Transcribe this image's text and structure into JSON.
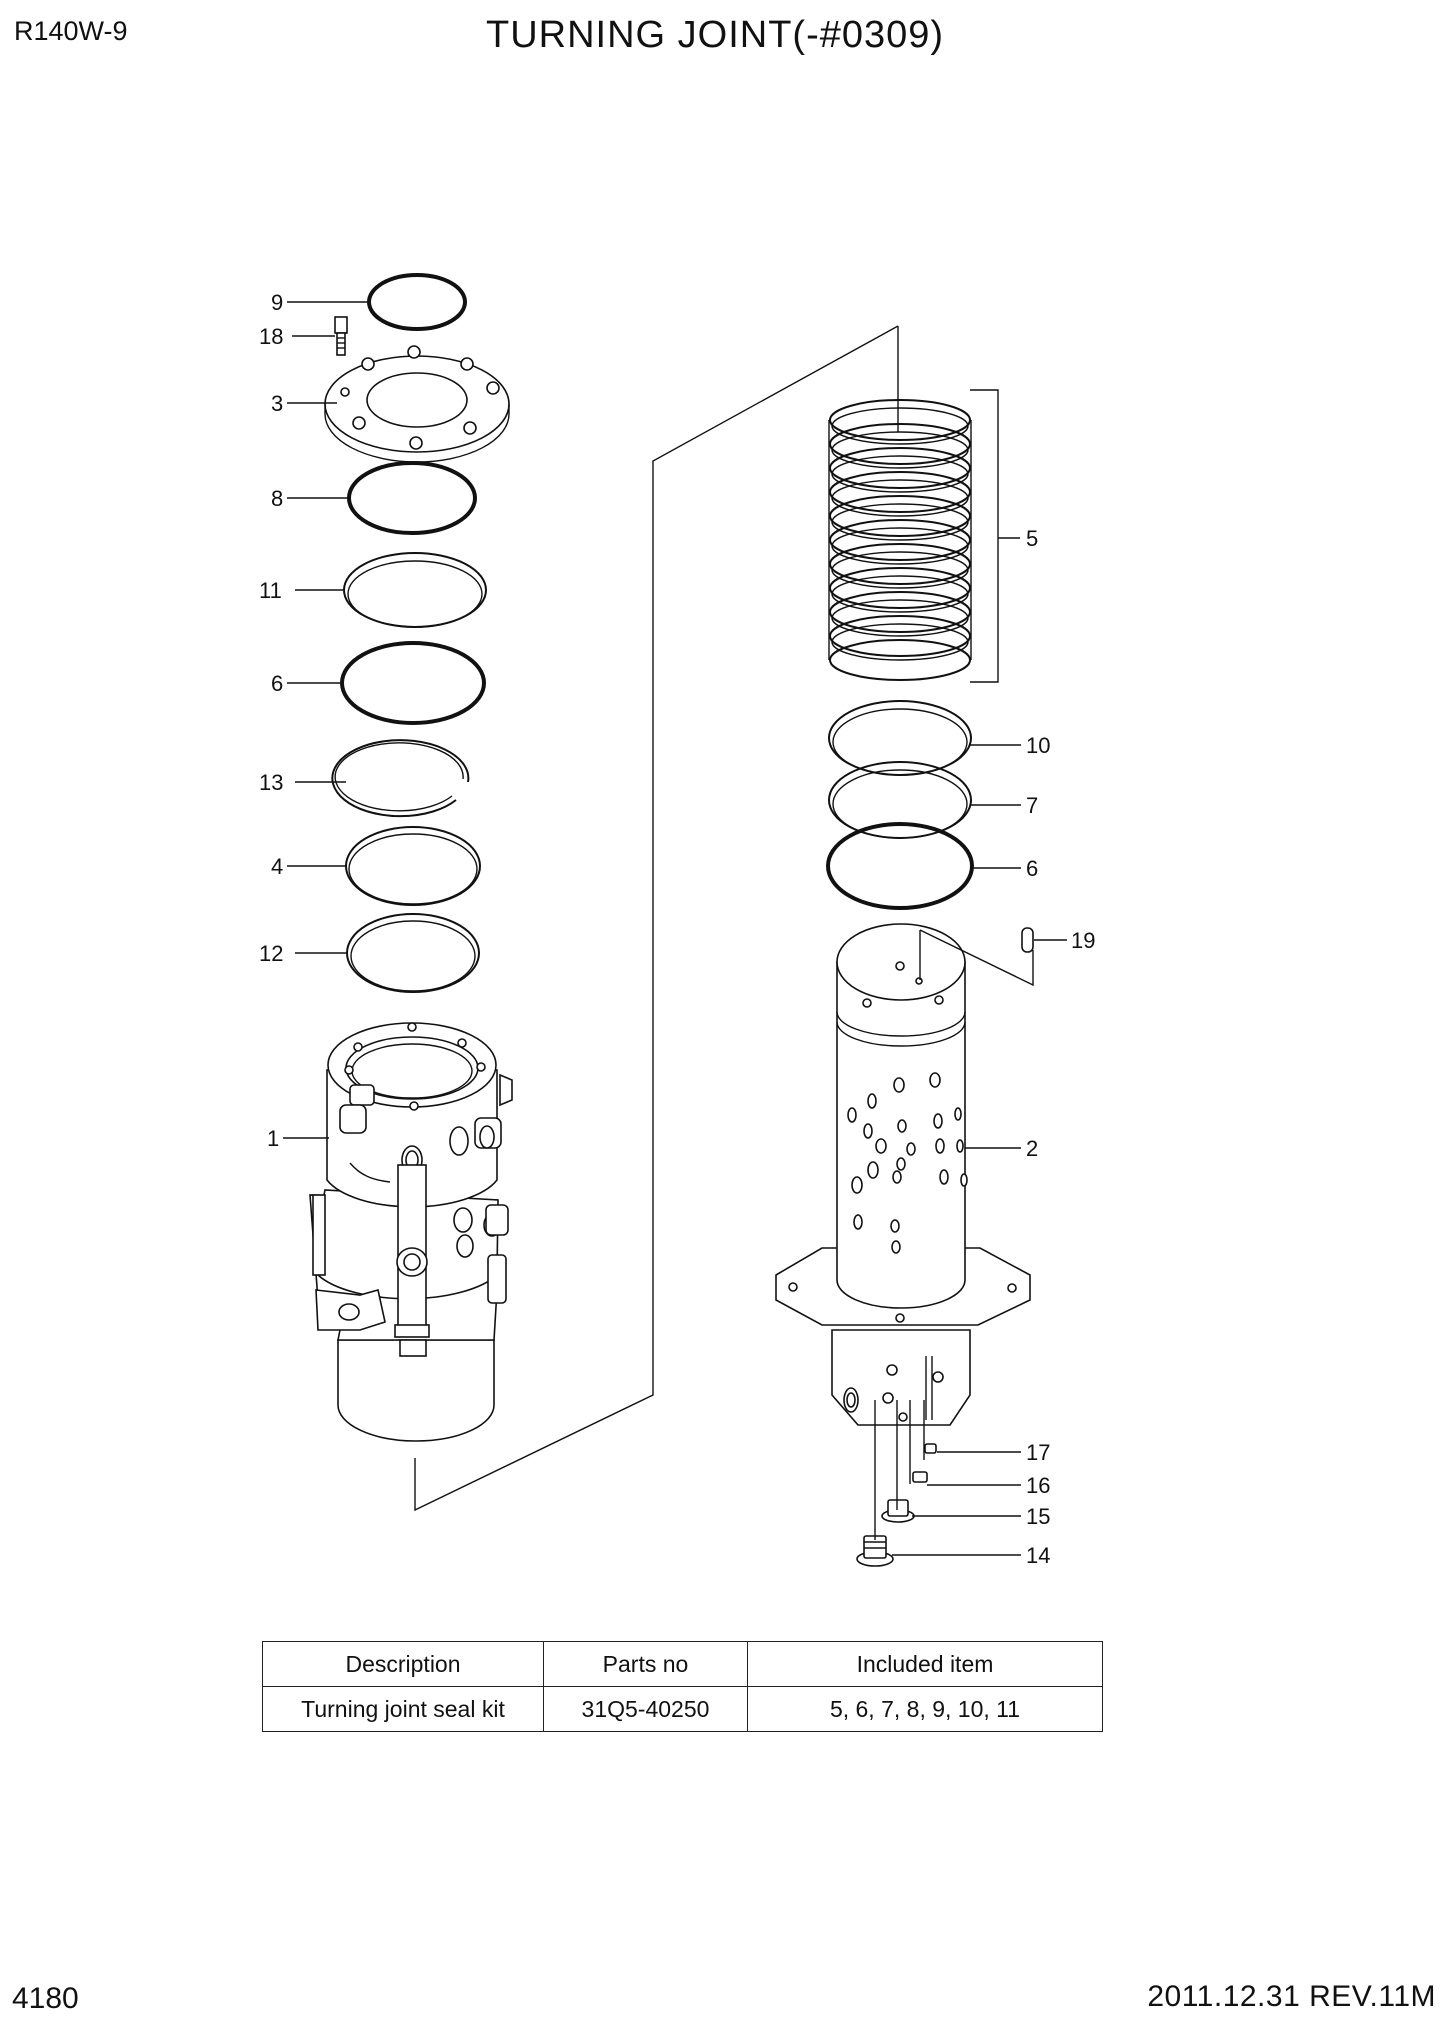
{
  "header": {
    "model": "R140W-9",
    "title": "TURNING JOINT(-#0309)"
  },
  "footer": {
    "page_number": "4180",
    "revision": "2011.12.31  REV.11M"
  },
  "callouts": {
    "c9": "9",
    "c18": "18",
    "c3": "3",
    "c8": "8",
    "c11": "11",
    "c6_left": "6",
    "c13": "13",
    "c4": "4",
    "c12": "12",
    "c1": "1",
    "c5": "5",
    "c10": "10",
    "c7": "7",
    "c6_right": "6",
    "c19": "19",
    "c2": "2",
    "c17": "17",
    "c16": "16",
    "c15": "15",
    "c14": "14"
  },
  "kit_table": {
    "headers": [
      "Description",
      "Parts no",
      "Included item"
    ],
    "rows": [
      [
        "Turning joint seal kit",
        "31Q5-40250",
        "5, 6, 7, 8, 9, 10, 11"
      ]
    ]
  }
}
